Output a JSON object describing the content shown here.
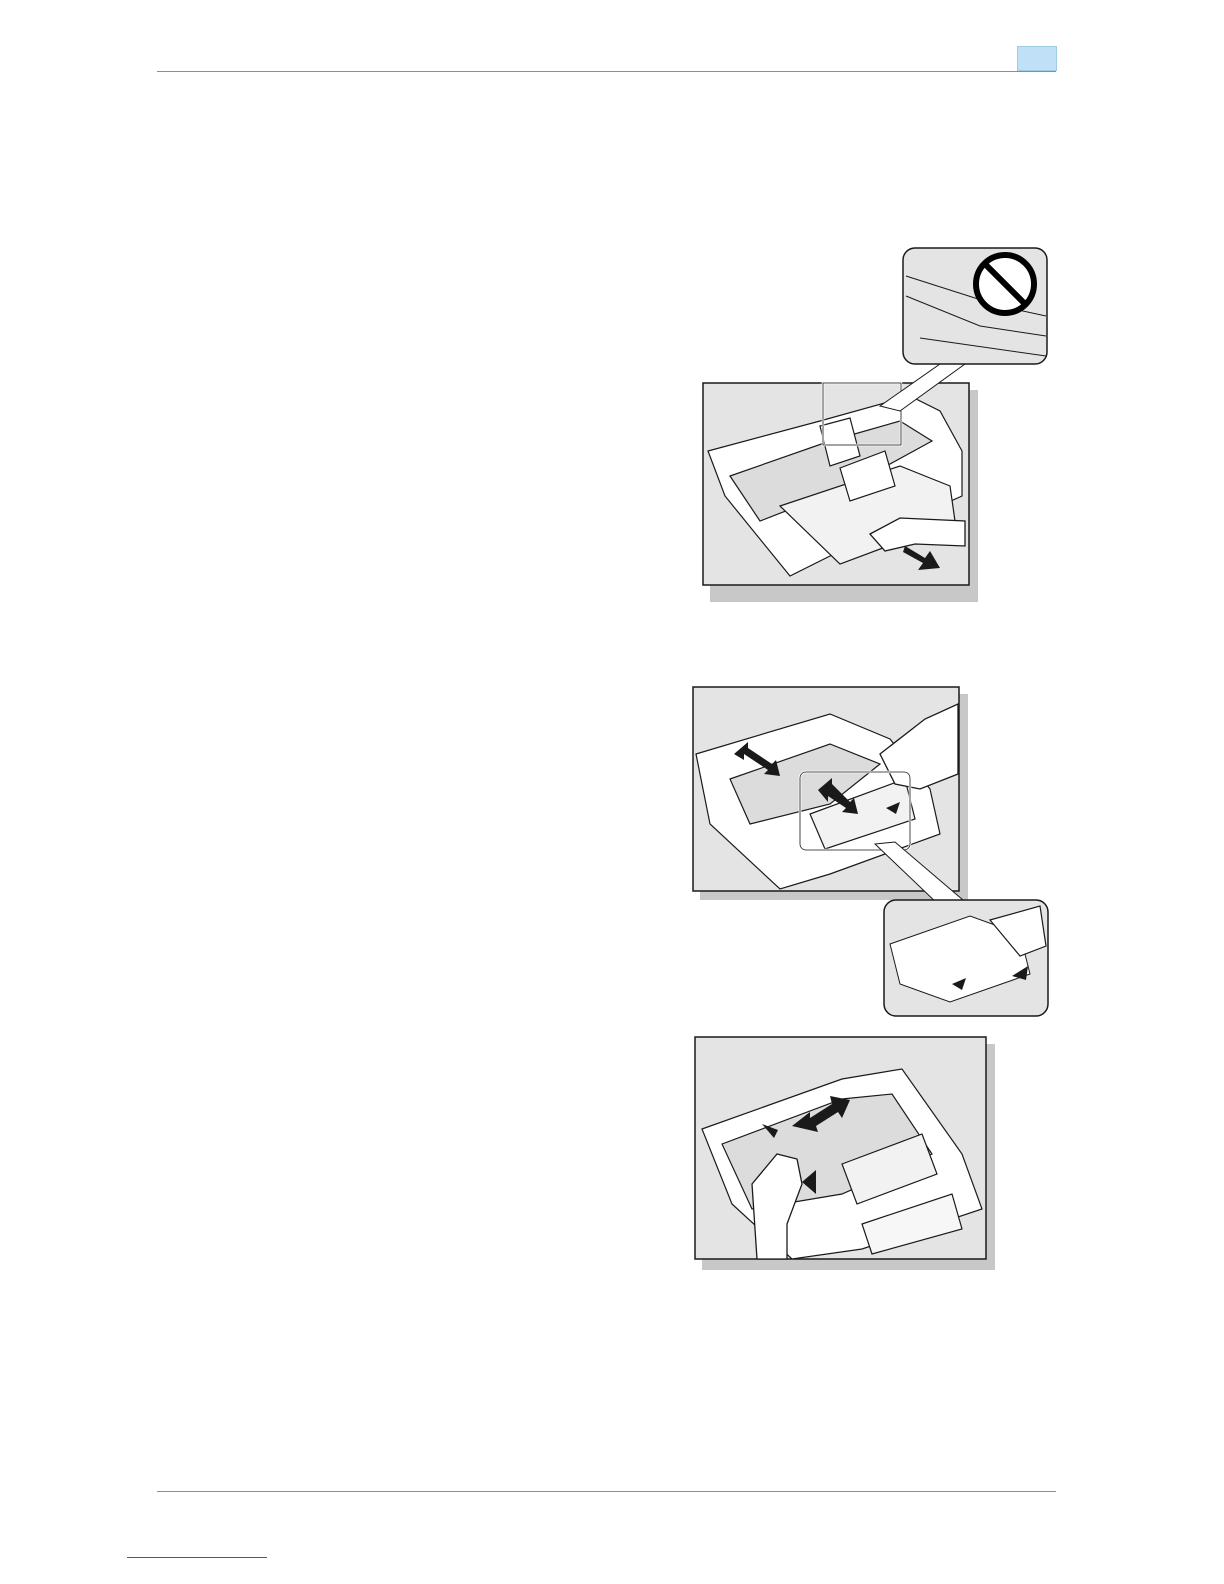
{
  "header": {
    "chapter_tab": ""
  },
  "illustrations": [
    {
      "name": "tray-pull-out",
      "icons": [
        "prohibited-icon",
        "arrow-icon",
        "hand-icon"
      ]
    },
    {
      "name": "guide-squeeze-adjust",
      "icons": [
        "double-arrow-icon",
        "hand-icon"
      ]
    },
    {
      "name": "guide-slide-adjust",
      "icons": [
        "double-arrow-icon",
        "arrow-icon",
        "hand-icon"
      ]
    }
  ],
  "colors": {
    "rule": "#4aa3c8",
    "tab": "#bfe0f6",
    "illustration_bg": "#e4e4e4",
    "line": "#1a1a1a"
  }
}
